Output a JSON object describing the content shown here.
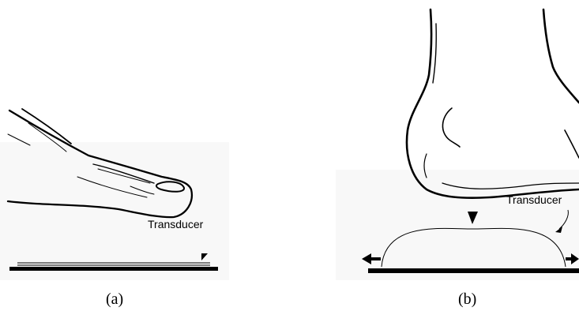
{
  "panel_a": {
    "caption": "(a)",
    "transducer_label": "Transducer"
  },
  "panel_b": {
    "caption": "(b)",
    "transducer_label": "Transducer"
  },
  "colors": {
    "ink": "#000000",
    "background": "#ffffff",
    "bg_patch": "#f7f7f7"
  }
}
